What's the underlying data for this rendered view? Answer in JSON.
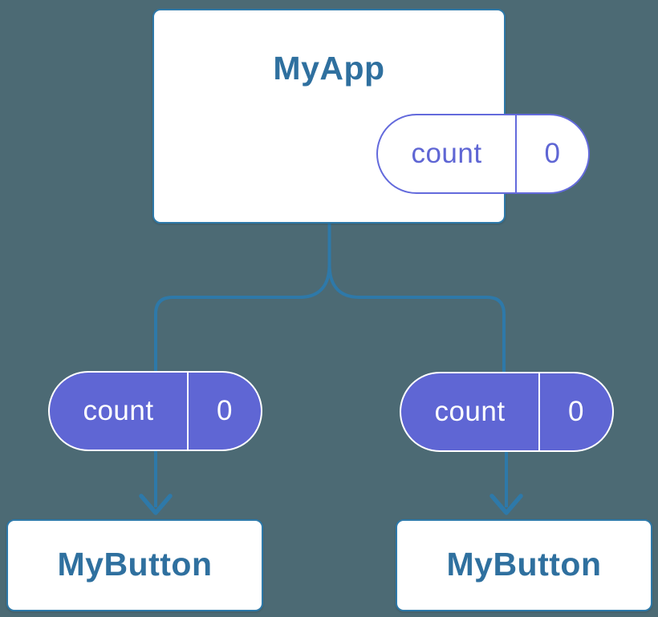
{
  "colors": {
    "background": "#4C6A74",
    "connector": "#2E79A9",
    "card_border": "#2E79A9",
    "card_fill": "#FFFFFF",
    "card_text": "#2F709F",
    "pill_purple": "#5F66D4",
    "pill_outline_purple": "#636ADC",
    "pill_text_on_purple": "#FFFFFF"
  },
  "tree": {
    "root": {
      "label": "MyApp",
      "state_pill": {
        "name": "count",
        "value": "0",
        "style": "outlined"
      }
    },
    "edges": [
      {
        "state_pill": {
          "name": "count",
          "value": "0",
          "style": "filled"
        },
        "target": {
          "label": "MyButton"
        }
      },
      {
        "state_pill": {
          "name": "count",
          "value": "0",
          "style": "filled"
        },
        "target": {
          "label": "MyButton"
        }
      }
    ]
  }
}
